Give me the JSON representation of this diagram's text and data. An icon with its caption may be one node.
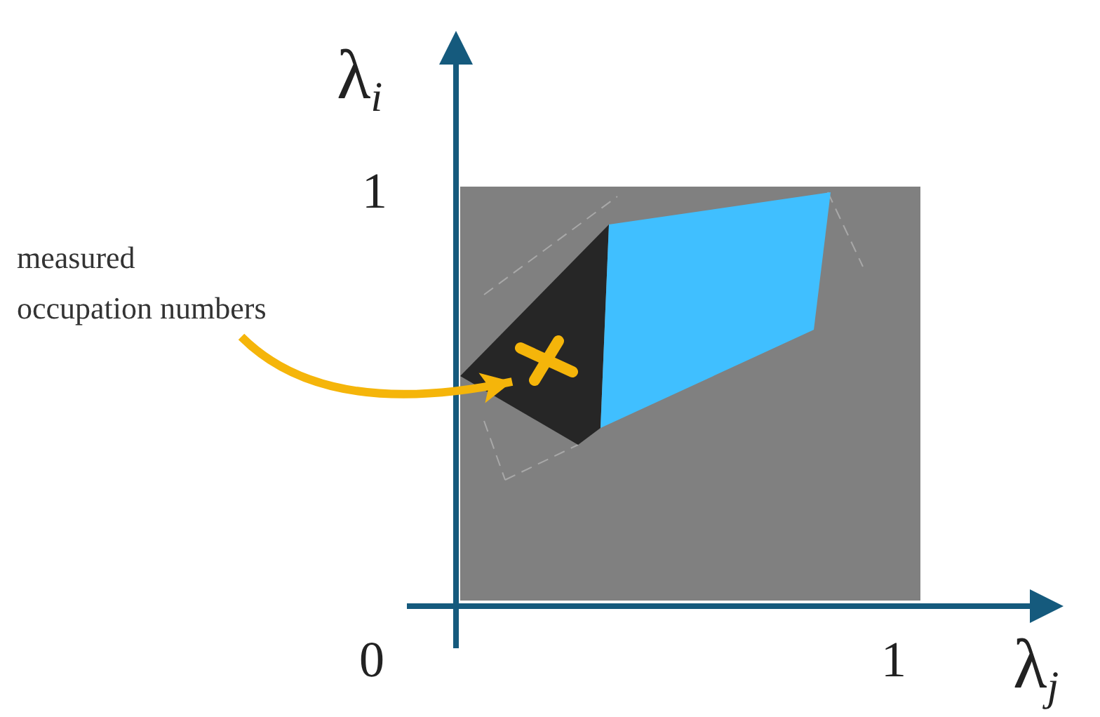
{
  "diagram": {
    "nodes": [
      {
        "text": [
          "measured occupation numbers"
        ]
      },
      {
        "text": [],
        "shape": "cross"
      }
    ],
    "edges": [
      {
        "from": 0,
        "to": 1,
        "arrow": "to"
      }
    ],
    "labels": [
      "λ$_{i}$",
      "1",
      "0",
      "1",
      "λ$_{j}$"
    ]
  }
}
